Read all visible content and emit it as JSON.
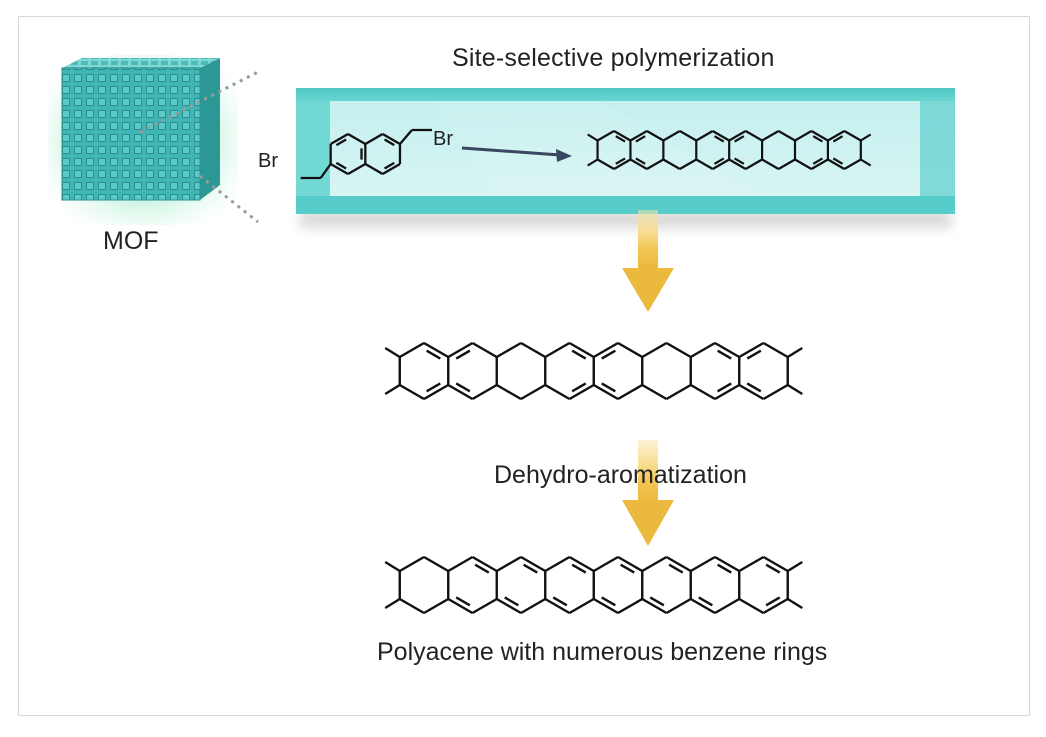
{
  "title": "Site-selective polymerization",
  "mof_label": "MOF",
  "bromine": "Br",
  "step2_label": "Dehydro-aromatization",
  "final_label": "Polyacene with numerous benzene rings",
  "colors": {
    "channel": "#54cbc8",
    "channel_dark": "#2fa8a6",
    "arrow_gold": "#f2c14a",
    "reaction_arrow": "#3b4660",
    "bond": "#111111"
  }
}
